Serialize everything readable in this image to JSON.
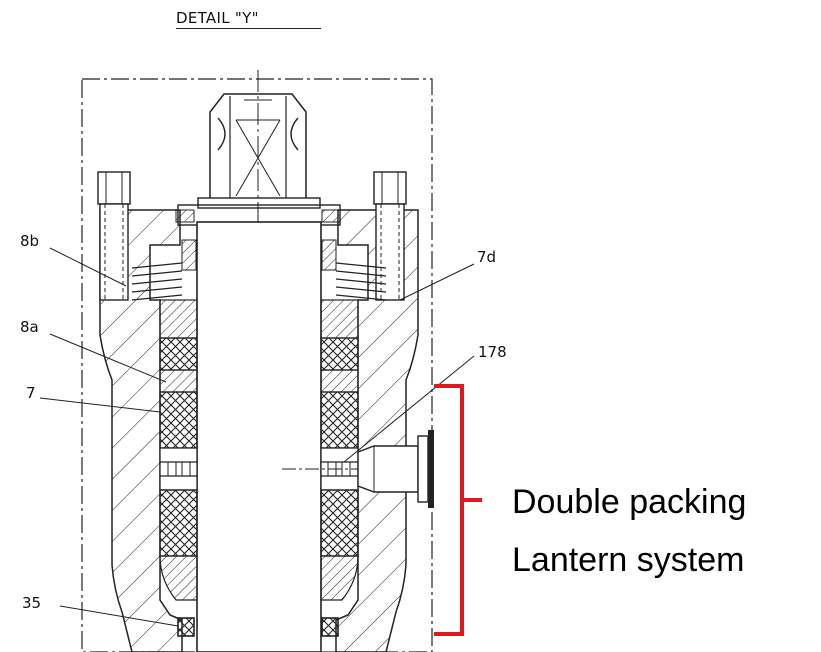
{
  "detail_title": "DETAIL \"Y\"",
  "callouts": {
    "c8b": "8b",
    "c8a": "8a",
    "c7": "7",
    "c35": "35",
    "c7d": "7d",
    "c178": "178"
  },
  "annotation": {
    "line1": "Double packing",
    "line2": "Lantern system",
    "bracket_color": "#e0171d"
  },
  "colors": {
    "ink": "#111111",
    "background": "#ffffff"
  }
}
